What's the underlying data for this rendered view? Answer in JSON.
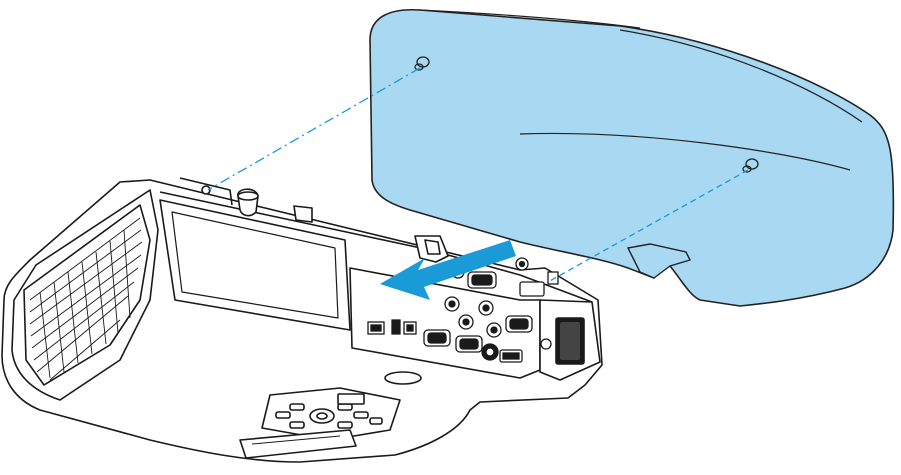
{
  "diagram": {
    "subject": "projector-cable-cover-installation",
    "colors": {
      "cover_fill": "#a8d8f2",
      "cover_stroke": "#222222",
      "guide_line": "#1a9ad6",
      "arrow": "#1a9ad6",
      "body_stroke": "#1a1a1a",
      "body_fill": "#ffffff"
    },
    "parts": [
      {
        "id": "cable-cover",
        "icon": "cover-shape"
      },
      {
        "id": "projector-body",
        "icon": "projector-shape"
      },
      {
        "id": "slide-arrow",
        "icon": "arrow-down-left"
      },
      {
        "id": "screw-guide-left",
        "icon": "dash-dot-line"
      },
      {
        "id": "screw-guide-right",
        "icon": "dash-dot-line"
      }
    ]
  }
}
